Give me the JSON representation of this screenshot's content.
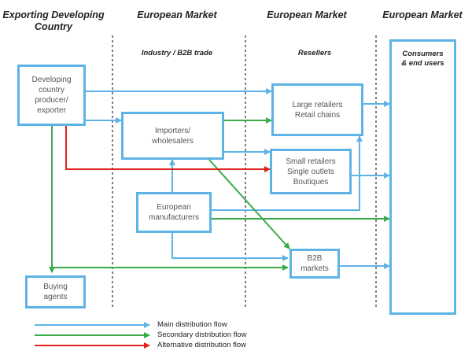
{
  "columns": {
    "exporting": "Exporting Developing Country",
    "market1": "European Market",
    "market2": "European Market",
    "market3": "European Market"
  },
  "subheadings": {
    "industry": "Industry / B2B trade",
    "resellers": "Resellers"
  },
  "nodes": {
    "producer": "Developing\ncountry\nproducer/\nexporter",
    "importers": "Importers/\nwholesalers",
    "manufacturers": "European\nmanufacturers",
    "buying_agents": "Buying\nagents",
    "large_retailers": "Large retailers\nRetail chains",
    "small_retailers": "Small retailers\nSingle outlets\nBoutiques",
    "b2b": "B2B\nmarkets",
    "consumers": "Consumers\n& end users"
  },
  "legend": [
    {
      "label": "Main distribution flow",
      "color": "#5eb3e6"
    },
    {
      "label": "Secondary distribution flow",
      "color": "#3aaa4a"
    },
    {
      "label": "Alternative distribution flow",
      "color": "#e0231b"
    }
  ],
  "colors": {
    "main": "#5eb3e6",
    "secondary": "#3aaa4a",
    "alternative": "#e0231b",
    "box_border": "#5eb3e6"
  }
}
